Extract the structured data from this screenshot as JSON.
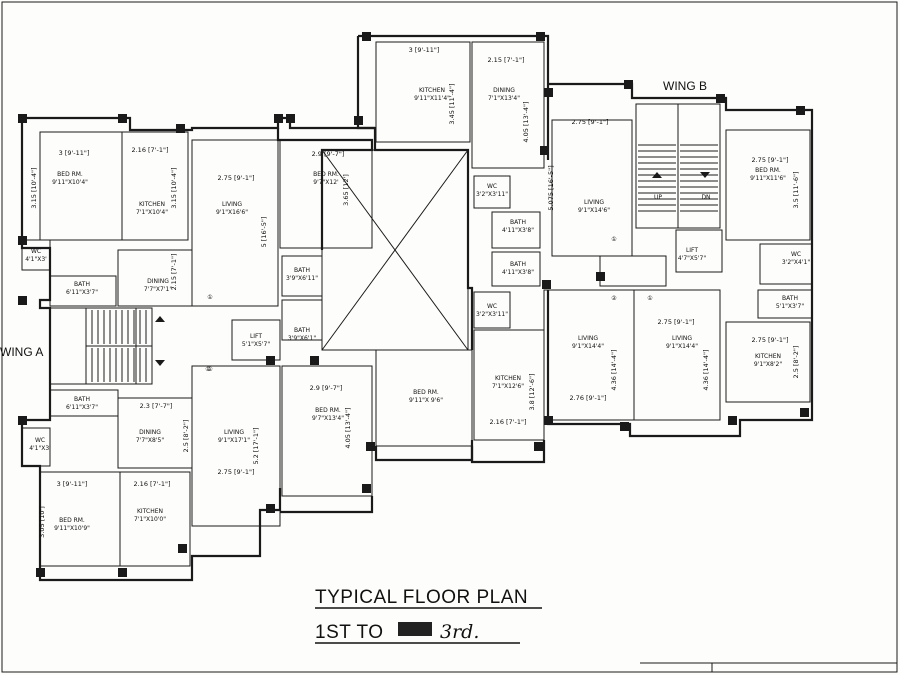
{
  "wings": {
    "a": "WING A",
    "b": "WING B"
  },
  "title": {
    "line1": "TYPICAL FLOOR PLAN",
    "line2_prefix": "1ST TO",
    "line2_handwritten": "3rd."
  },
  "rooms": {
    "a_bed_top": [
      "BED RM.",
      "9'11\"X10'4\""
    ],
    "a_kitchen_top": [
      "KITCHEN",
      "7'1\"X10'4\""
    ],
    "a_living_top": [
      "LIVING",
      "9'1\"X16'6\""
    ],
    "a_wc_top": [
      "WC",
      "4'1\"X3'"
    ],
    "a_bath_top": [
      "BATH",
      "6'11\"X3'7\""
    ],
    "a_dining_top": [
      "DINING",
      "7'7\"X7'1\""
    ],
    "c_bed_left": [
      "BED RM.",
      "9'7\"X12'"
    ],
    "c_bath_1": [
      "BATH",
      "3'9\"X6'11\""
    ],
    "c_bath_2": [
      "BATH",
      "3'9\"X6'1\""
    ],
    "lift_left": [
      "LIFT",
      "5'1\"X5'7\""
    ],
    "a_bath_bottom": [
      "BATH",
      "6'11\"X3'7\""
    ],
    "a_dining_bottom": [
      "DINING",
      "7'7\"X8'5\""
    ],
    "a_living_bottom": [
      "LIVING",
      "9'1\"X17'1\""
    ],
    "a_wc_bottom": [
      "WC",
      "4'1\"X3'"
    ],
    "a_bed_bottom": [
      "BED RM.",
      "9'11\"X10'9\""
    ],
    "a_kitchen_bottom": [
      "KITCHEN",
      "7'1\"X10'0\""
    ],
    "c_bed_lower": [
      "BED RM.",
      "9'7\"X13'4\""
    ],
    "m_kitchen_top": [
      "KITCHEN",
      "9'11\"X11'4\""
    ],
    "m_dining_top": [
      "DINING",
      "7'1\"X13'4\""
    ],
    "m_wc_top": [
      "WC",
      "3'2\"X3'11\""
    ],
    "m_bath_1": [
      "BATH",
      "4'11\"X3'8\""
    ],
    "m_bath_2": [
      "BATH",
      "4'11\"X3'8\""
    ],
    "m_wc_bottom": [
      "WC",
      "3'2\"X3'11\""
    ],
    "m_bed_bottom": [
      "BED RM.",
      "9'11\"X 9'6\""
    ],
    "m_kitchen_bottom": [
      "KITCHEN",
      "7'1\"X12'6\""
    ],
    "b_living_top": [
      "LIVING",
      "9'1\"X14'6\""
    ],
    "b_living_mid": [
      "LIVING",
      "9'1\"X14'4\""
    ],
    "b_living_right": [
      "LIVING",
      "9'1\"X14'4\""
    ],
    "b_bed": [
      "BED RM.",
      "9'11\"X11'6\""
    ],
    "b_lift": [
      "LIFT",
      "4'7\"X5'7\""
    ],
    "b_wc": [
      "WC",
      "3'2\"X4'1\""
    ],
    "b_bath": [
      "BATH",
      "5'1\"X3'7\""
    ],
    "b_kitchen": [
      "KITCHEN",
      "9'1\"X8'2\""
    ],
    "stair_up": [
      "UP"
    ],
    "stair_dn": [
      "DN"
    ]
  },
  "dims": {
    "d01": "3 [9'-11\"]",
    "d02": "2.16 [7'-1\"]",
    "d03": "2.75 [9'-1\"]",
    "d04": "2.9 [9'-7\"]",
    "d05": "3.15 [10'-4\"]",
    "d06": "3.15 [10'-4\"]",
    "d07": "5 [16'-5\"]",
    "d08": "3.65 [12']",
    "d09": "2.15 [7'-1\"]",
    "d10": "2.9 [9'-7\"]",
    "d11": "2.3 [7'-7\"]",
    "d12": "2.5 [8'-2\"]",
    "d13": "5.2 [17'-1\"]",
    "d14": "4.05 [13'-4\"]",
    "d15": "2.75 [9'-1\"]",
    "d16": "3 [9'-11\"]",
    "d17": "2.16 [7'-1\"]",
    "d18": "3.05 [10']",
    "d19": "3 [9'-11\"]",
    "d20": "2.15 [7'-1\"]",
    "d21": "3.45 [11'-4\"]",
    "d22": "4.05 [13'-4\"]",
    "d23": "2.75 [9'-1\"]",
    "d24": "5.075 [16'-5\"]",
    "d25": "3.8 [12'-6\"]",
    "d26": "2.16 [7'-1\"]",
    "d27": "2.76 [9'-1\"]",
    "d28": "4.36 [14'-4\"]",
    "d29": "2.75 [9'-1\"]",
    "d30": "4.36 [14'-4\"]",
    "d31": "2.75 [9'-1\"]",
    "d32": "3.5 [11'-6\"]",
    "d33": "2.75 [9'-1\"]",
    "d34": "2.5 [8'-2\"]"
  },
  "markers": [
    "①",
    "②",
    "①",
    "①",
    "①",
    "①"
  ]
}
